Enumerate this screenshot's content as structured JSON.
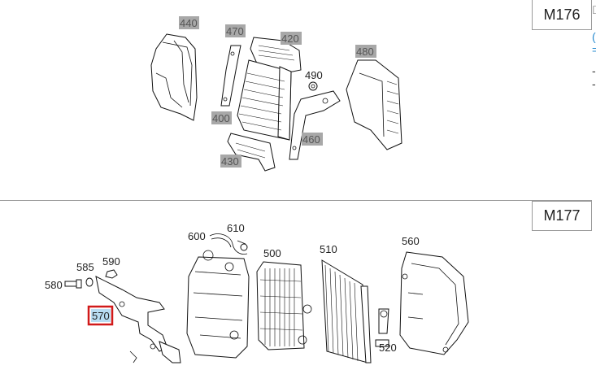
{
  "groups": [
    {
      "model": "M176",
      "callouts": [
        {
          "id": "440",
          "highlighted": true
        },
        {
          "id": "470",
          "highlighted": true
        },
        {
          "id": "420",
          "highlighted": true
        },
        {
          "id": "490",
          "highlighted": false
        },
        {
          "id": "480",
          "highlighted": true
        },
        {
          "id": "400",
          "highlighted": true
        },
        {
          "id": "460",
          "highlighted": true
        },
        {
          "id": "430",
          "highlighted": true
        }
      ]
    },
    {
      "model": "M177",
      "callouts": [
        {
          "id": "600",
          "highlighted": false
        },
        {
          "id": "610",
          "highlighted": false
        },
        {
          "id": "500",
          "highlighted": false
        },
        {
          "id": "510",
          "highlighted": false
        },
        {
          "id": "560",
          "highlighted": false
        },
        {
          "id": "585",
          "highlighted": false
        },
        {
          "id": "590",
          "highlighted": false
        },
        {
          "id": "580",
          "highlighted": false
        },
        {
          "id": "570",
          "highlighted": true,
          "selected": true
        },
        {
          "id": "520",
          "highlighted": false
        }
      ]
    }
  ],
  "colors": {
    "selection_border": "#d11a1a",
    "selection_fill": "#b8dcf2",
    "callout_highlight": "#a8a8a8",
    "divider": "#9a9a9a"
  }
}
